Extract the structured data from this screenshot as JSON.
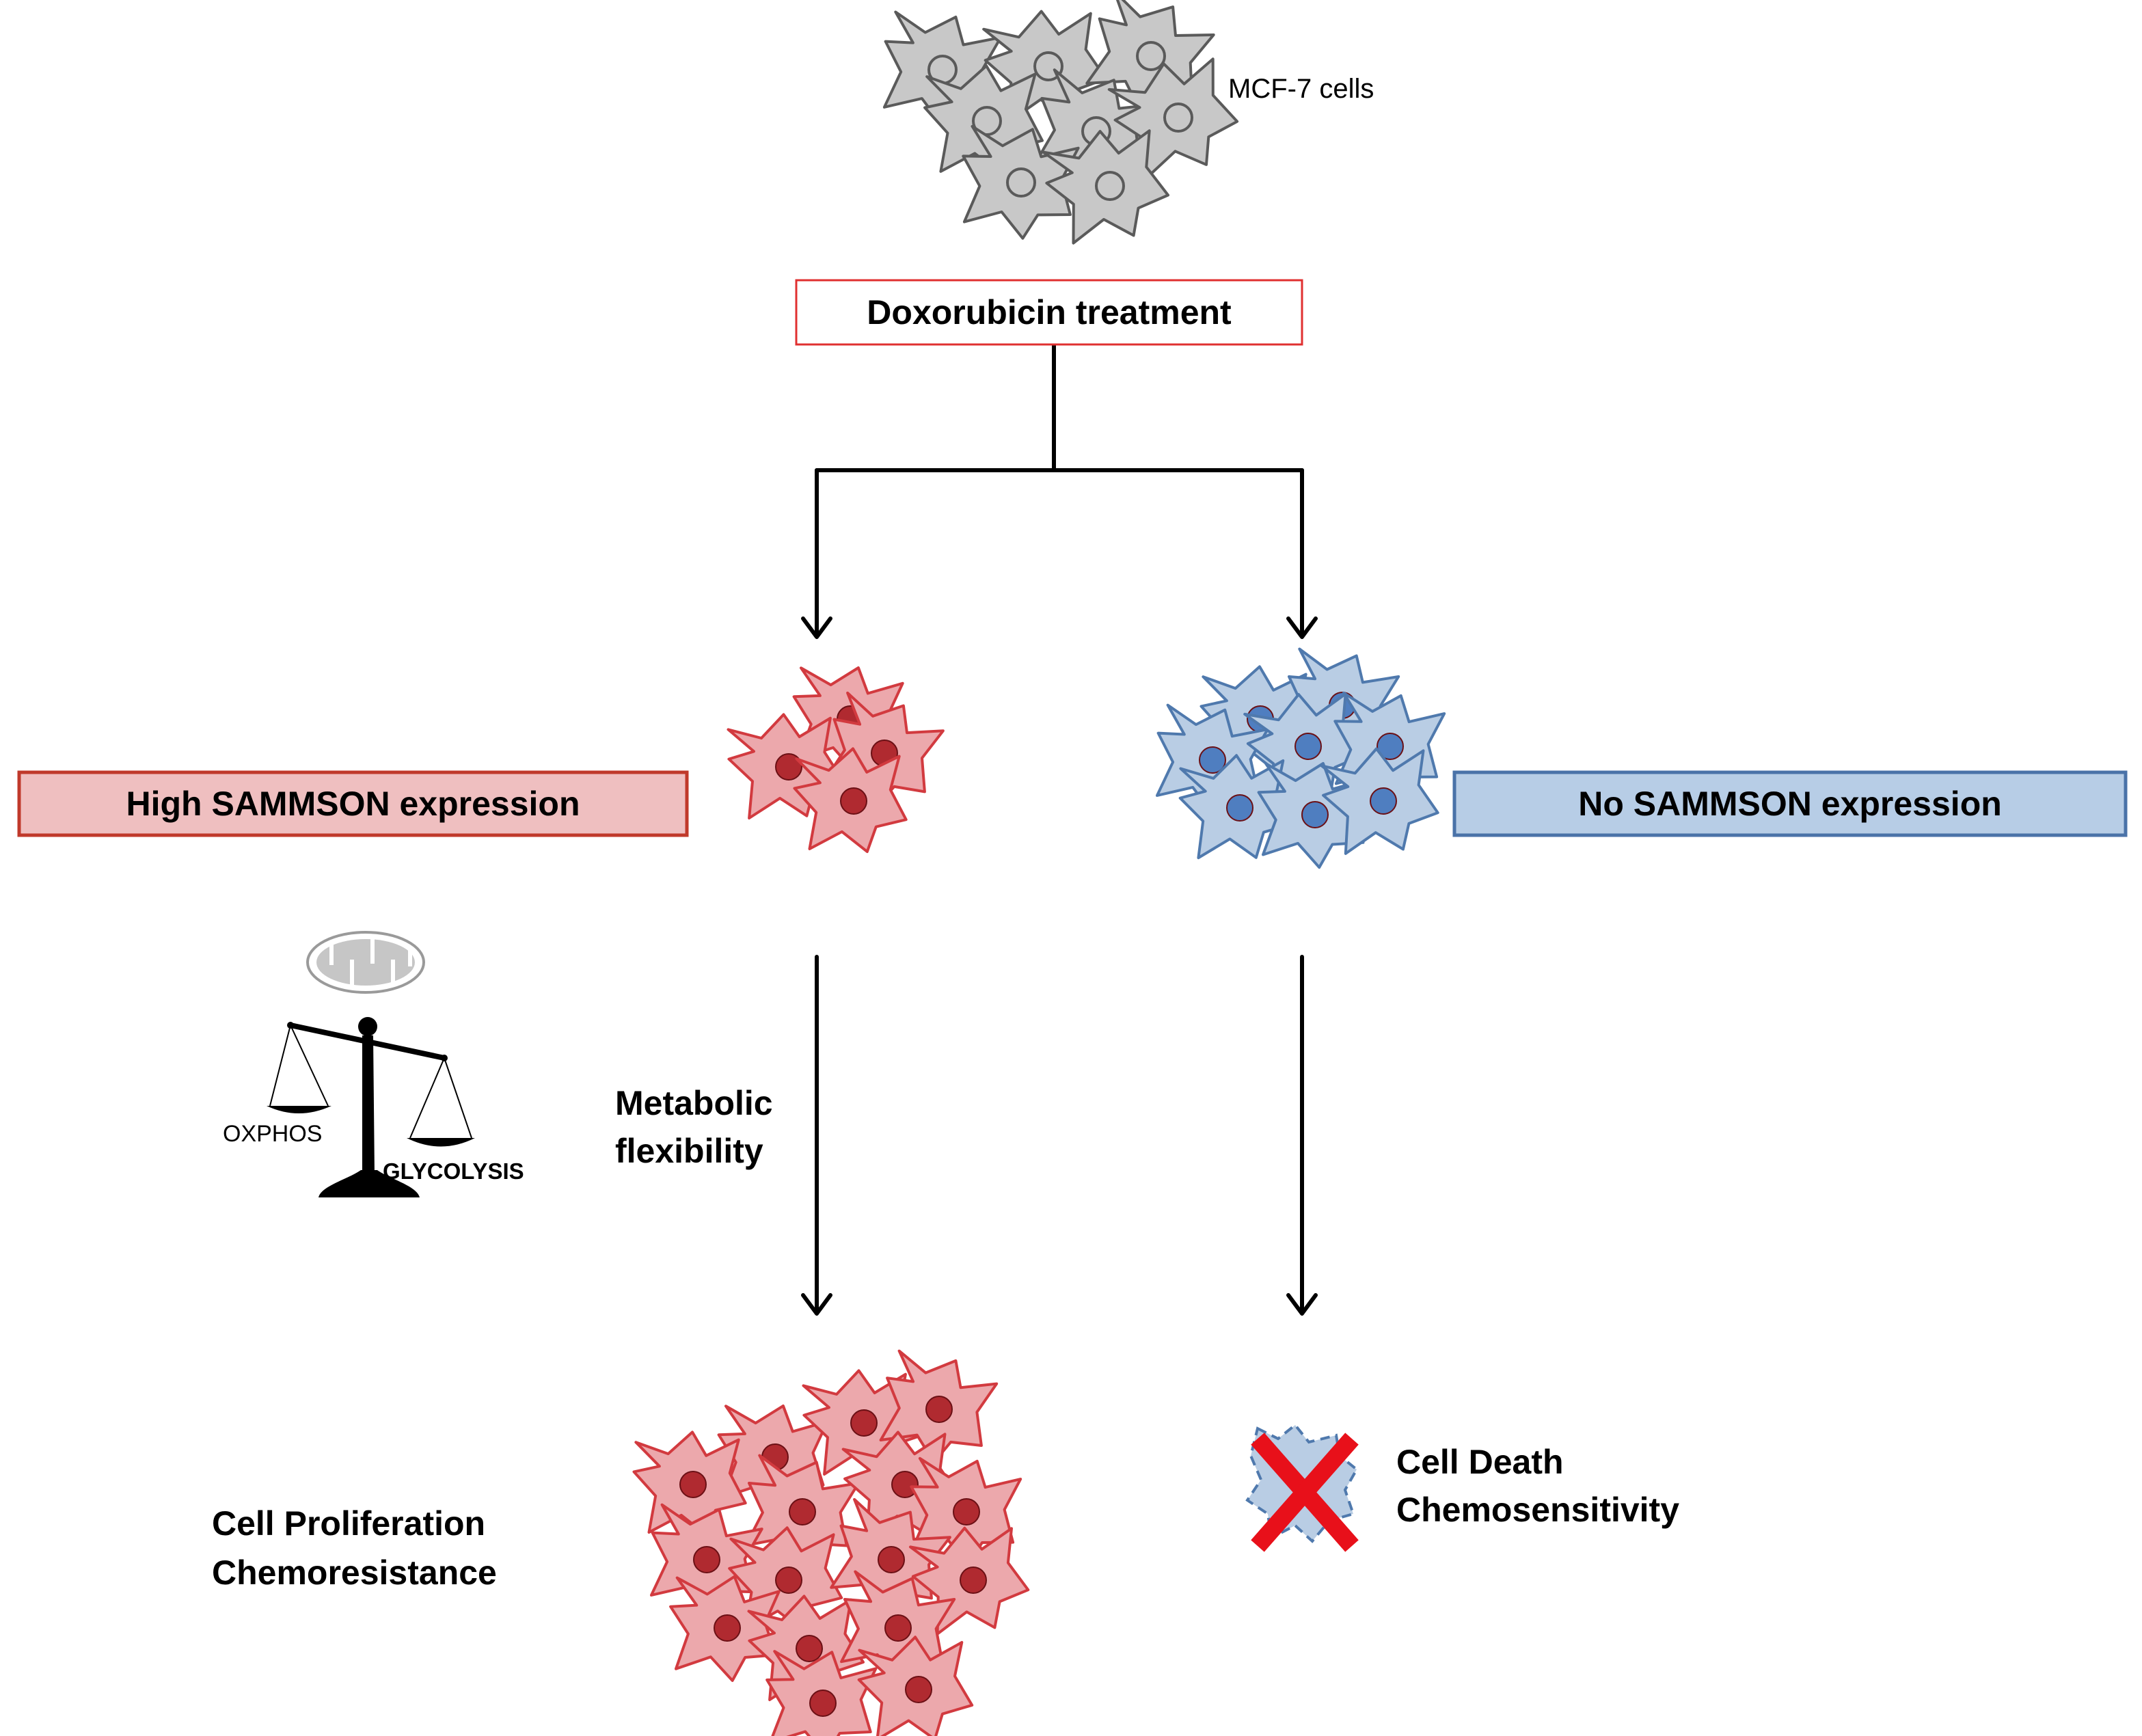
{
  "labels": {
    "cell_line": "MCF-7 cells",
    "treatment": "Doxorubicin treatment",
    "high_expr": "High SAMMSON expression",
    "no_expr": "No SAMMSON expression",
    "metabolic_line1": "Metabolic",
    "metabolic_line2": "flexibility",
    "oxphos": "OXPHOS",
    "glycolysis": "GLYCOLYSIS",
    "outcome_left_line1": "Cell Proliferation",
    "outcome_left_line2": "Chemoresistance",
    "outcome_right_line1": "Cell Death",
    "outcome_right_line2": "Chemosensitivity"
  },
  "colors": {
    "gray_cell_fill": "#c8c8c8",
    "gray_cell_stroke": "#5a5a5a",
    "red_cell_fill": "#eca8ac",
    "red_cell_stroke": "#d23a3f",
    "red_nucleus": "#b02a30",
    "blue_cell_fill": "#b9cde4",
    "blue_cell_stroke": "#4f79ad",
    "blue_nucleus": "#4f7ec0",
    "treatment_border": "#e03030",
    "high_box_fill": "#efbfc0",
    "high_box_border": "#c0392b",
    "no_box_fill": "#b7cde6",
    "no_box_border": "#4a72a8",
    "cross": "#e8101a",
    "mito": "#c6c6c6"
  },
  "icons": {
    "balance": "balance-scale-icon",
    "mitochondrion": "mitochondrion-icon",
    "cross": "cross-icon",
    "cell": "cell-icon"
  }
}
